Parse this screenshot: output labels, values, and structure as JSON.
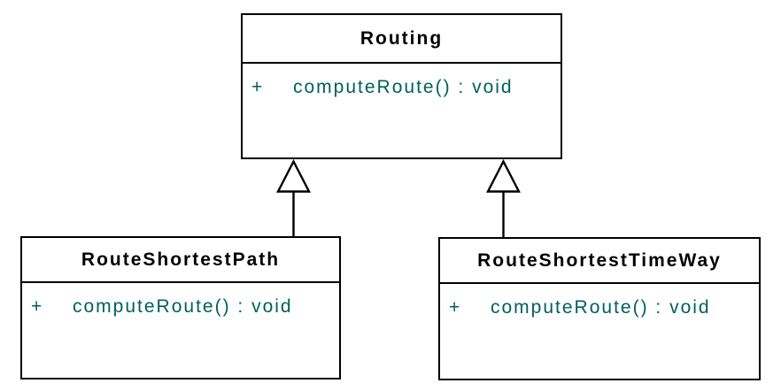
{
  "diagram": {
    "kind": "uml-class-diagram",
    "colors": {
      "background": "#ffffff",
      "box_fill": "#ffffff",
      "box_border": "#000000",
      "class_name_text": "#000000",
      "member_text": "#006060"
    },
    "classes": [
      {
        "name": "Routing",
        "methods": [
          {
            "visibility": "+",
            "signature": "computeRoute() : void"
          }
        ]
      },
      {
        "name": "RouteShortestPath",
        "methods": [
          {
            "visibility": "+",
            "signature": "computeRoute() : void"
          }
        ]
      },
      {
        "name": "RouteShortestTimeWay",
        "methods": [
          {
            "visibility": "+",
            "signature": "computeRoute() : void"
          }
        ]
      }
    ],
    "relationships": [
      {
        "type": "generalization",
        "from": "RouteShortestPath",
        "to": "Routing"
      },
      {
        "type": "generalization",
        "from": "RouteShortestTimeWay",
        "to": "Routing"
      }
    ]
  }
}
